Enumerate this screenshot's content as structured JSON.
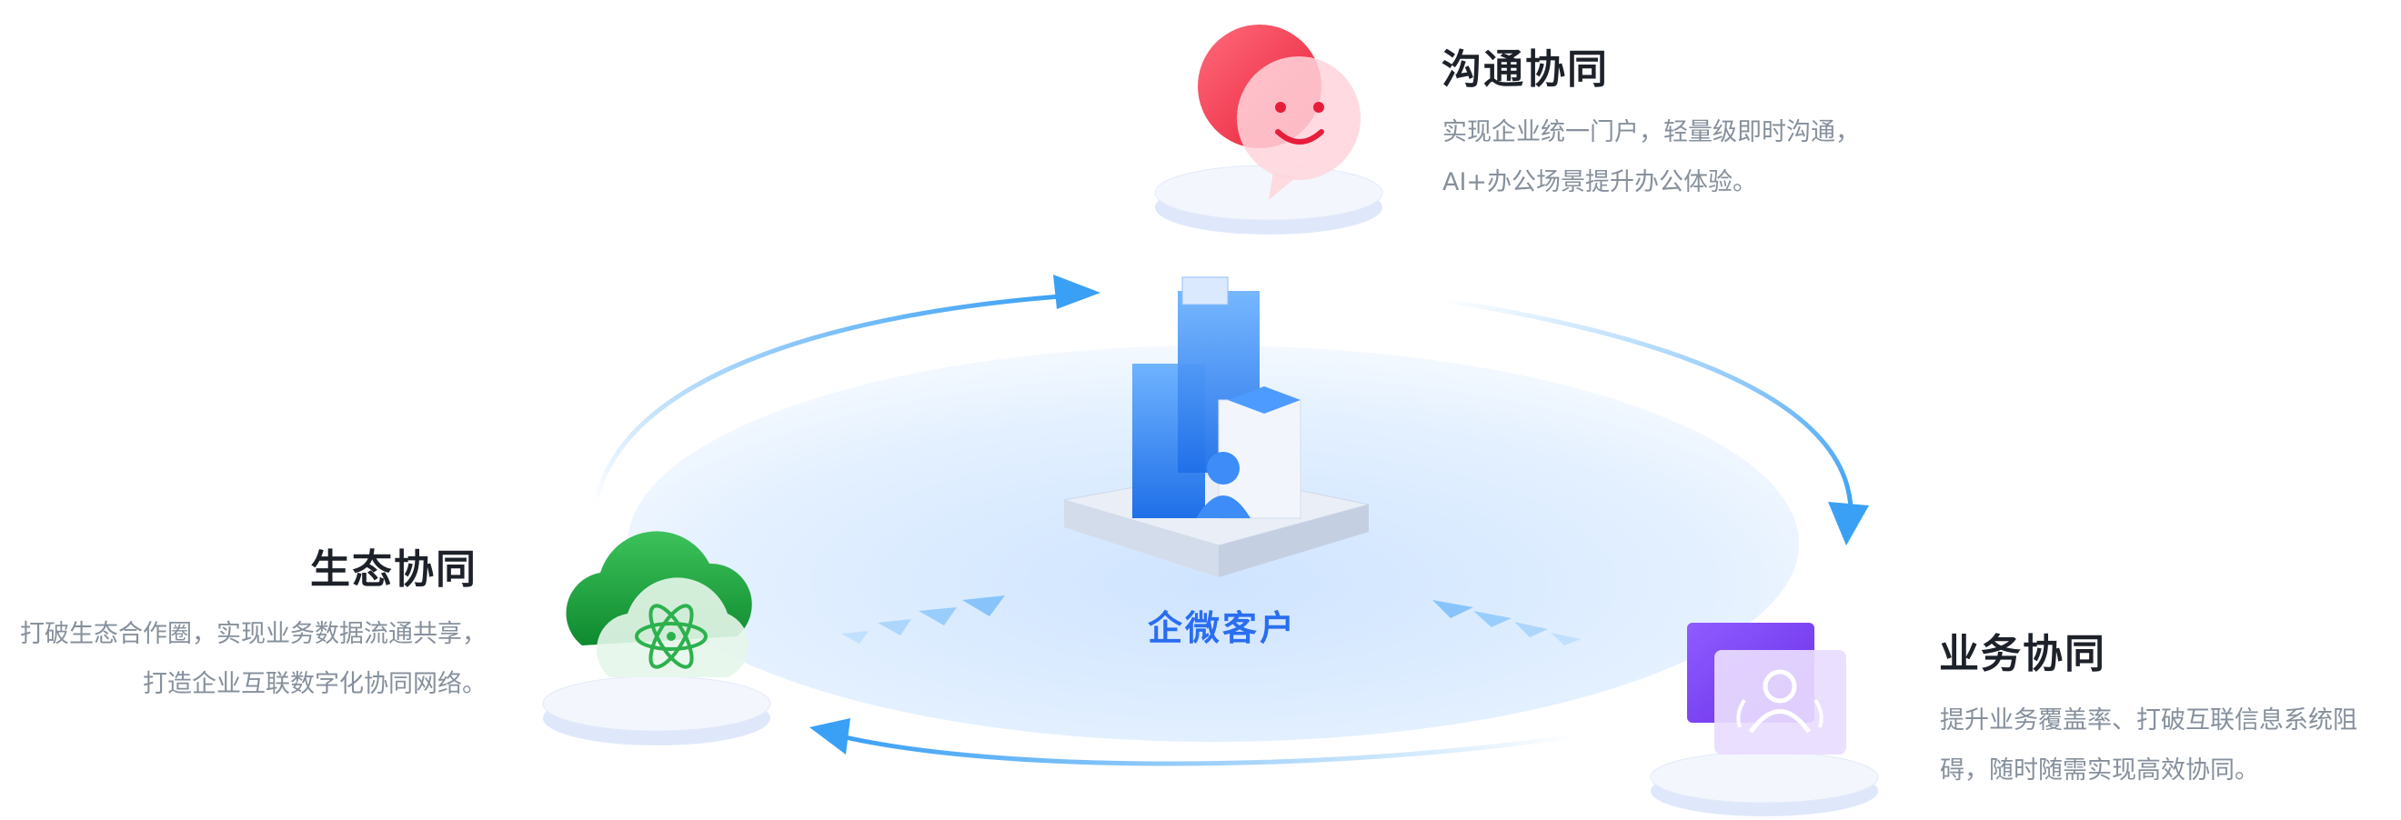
{
  "center": {
    "label": "企微客户"
  },
  "nodes": {
    "communication": {
      "title": "沟通协同",
      "lines": [
        "实现企业统一门户，轻量级即时沟通，",
        "AI+办公场景提升办公体验。"
      ]
    },
    "ecosystem": {
      "title": "生态协同",
      "lines": [
        "打破生态合作圈，实现业务数据流通共享，",
        "打造企业互联数字化协同网络。"
      ]
    },
    "business": {
      "title": "业务协同",
      "lines": [
        "提升业务覆盖率、打破互联信息系统阻",
        "碍，随时随需实现高效协同。"
      ]
    }
  },
  "colors": {
    "accent": "#2a6ef0",
    "title": "#1d2129",
    "desc": "#86909c",
    "arrow": "#3aa0f5"
  }
}
